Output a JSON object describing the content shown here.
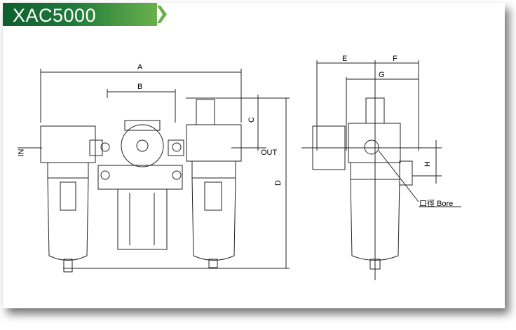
{
  "header": {
    "title": "XAC5000",
    "accent_start": "#0f5e2e",
    "accent_end": "#6ab04c"
  },
  "front_view": {
    "dimensions": {
      "a": "A",
      "b": "B",
      "c": "C",
      "d": "D"
    },
    "ports": {
      "inlet": "IN",
      "outlet": "OUT"
    }
  },
  "side_view": {
    "dimensions": {
      "e": "E",
      "f": "F",
      "g": "G",
      "h": "H"
    },
    "callout": "口徑 Bore"
  }
}
